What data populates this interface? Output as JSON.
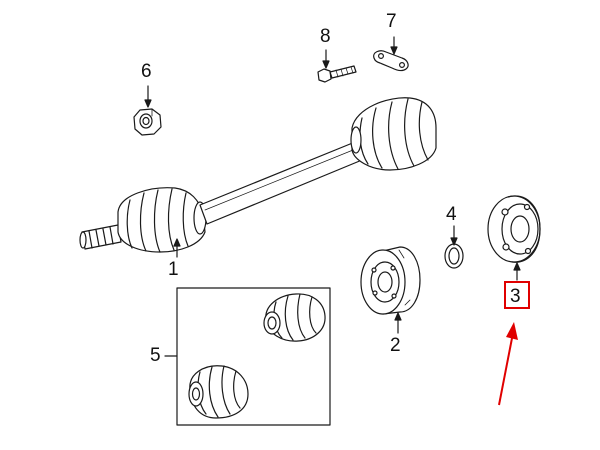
{
  "diagram": {
    "callouts": {
      "c1": "1",
      "c2": "2",
      "c3": "3",
      "c4": "4",
      "c5": "5",
      "c6": "6",
      "c7": "7",
      "c8": "8"
    },
    "colors": {
      "line": "#1a1a1a",
      "highlight": "#e00000",
      "arrow": "#e00000"
    }
  }
}
